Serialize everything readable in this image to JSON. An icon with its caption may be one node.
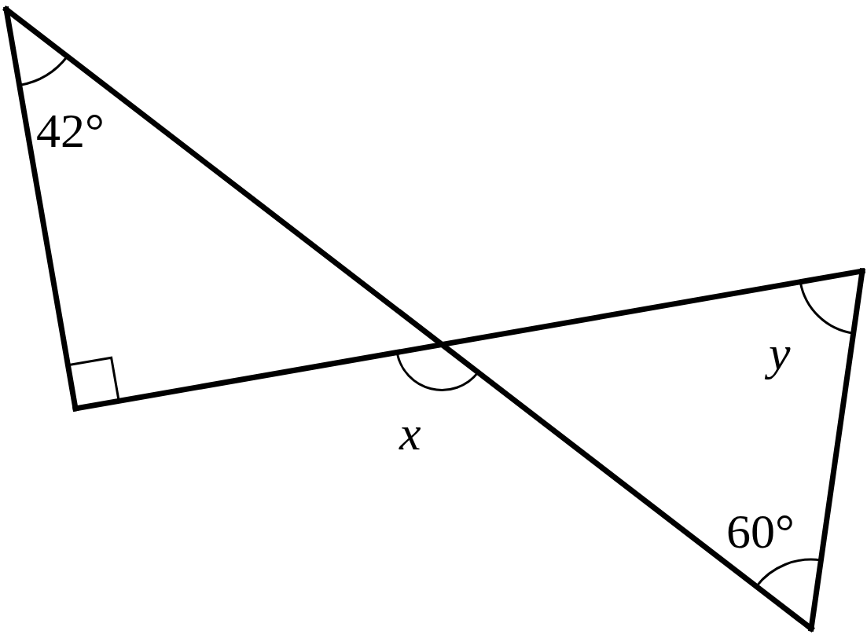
{
  "diagram": {
    "labels": [
      "42°",
      "y",
      "x",
      "60°"
    ]
  }
}
